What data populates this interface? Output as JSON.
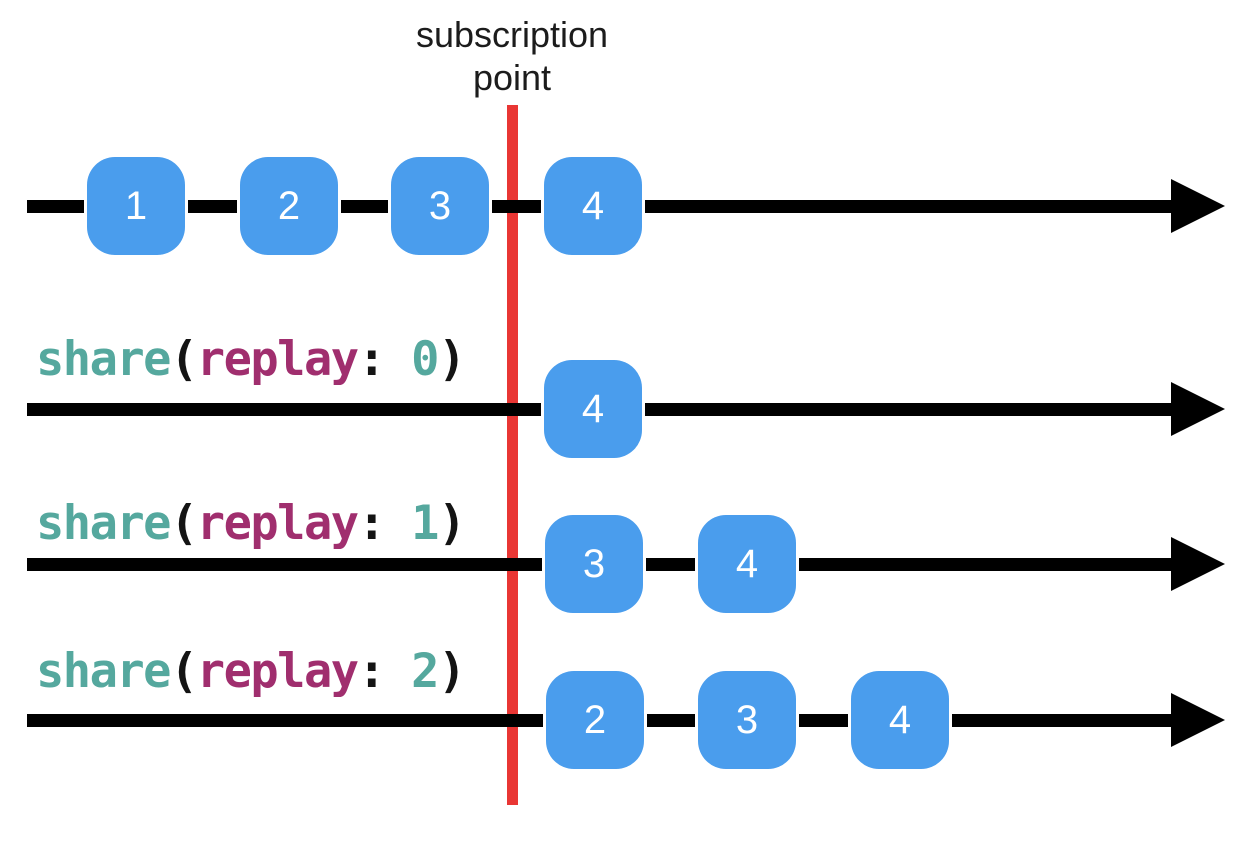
{
  "diagram": {
    "annotation": {
      "line1": "subscription",
      "line2": "point"
    },
    "colors": {
      "background": "#FFFFFF",
      "timeline": "#000000",
      "subscription_line": "#E93634",
      "marble": "#4A9DED",
      "marble_text": "#FFFFFF",
      "code_teal": "#55A89E",
      "code_magenta": "#A02E6E",
      "code_punct": "#141414",
      "annotation_text": "#1C1C1C"
    },
    "icons": {
      "arrow": "right-arrowhead"
    },
    "timelines": [
      {
        "id": "source",
        "marbles": [
          "1",
          "2",
          "3",
          "4"
        ]
      },
      {
        "id": "share-replay-0",
        "label_parts": {
          "fn": "share",
          "open": "(",
          "arg": "replay",
          "colon": ": ",
          "val": "0",
          "close": ")"
        },
        "marbles": [
          "4"
        ]
      },
      {
        "id": "share-replay-1",
        "label_parts": {
          "fn": "share",
          "open": "(",
          "arg": "replay",
          "colon": ": ",
          "val": "1",
          "close": ")"
        },
        "marbles": [
          "3",
          "4"
        ]
      },
      {
        "id": "share-replay-2",
        "label_parts": {
          "fn": "share",
          "open": "(",
          "arg": "replay",
          "colon": ": ",
          "val": "2",
          "close": ")"
        },
        "marbles": [
          "2",
          "3",
          "4"
        ]
      }
    ]
  }
}
